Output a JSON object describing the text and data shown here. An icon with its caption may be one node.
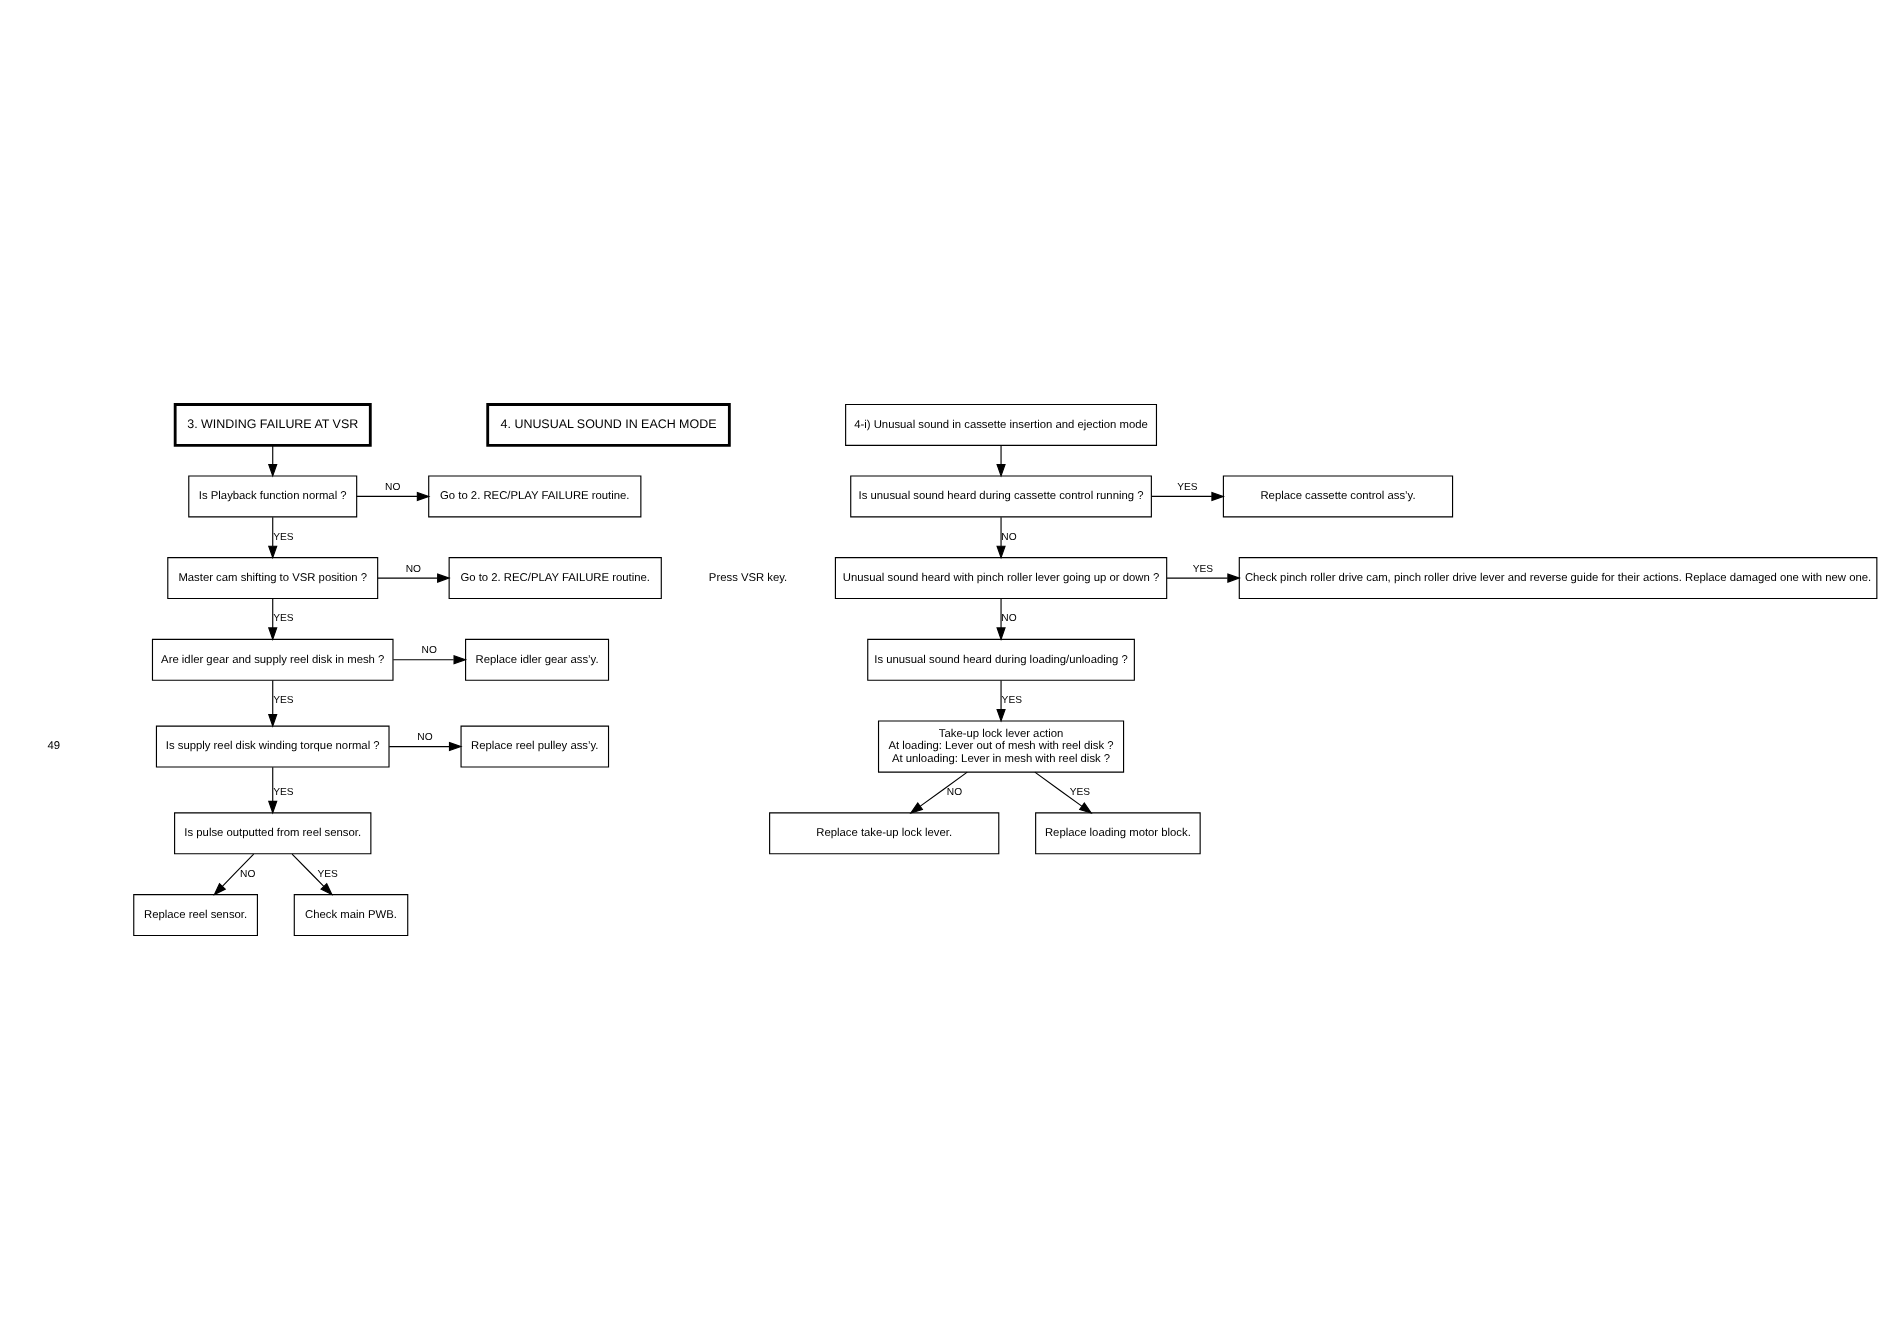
{
  "diagram": {
    "nodes": [
      {
        "text": [
          "3. WINDING FAILURE AT VSR"
        ]
      },
      {
        "text": [
          "Is Playback function normal ?"
        ]
      },
      {
        "text": [
          "Go to 2. REC/PLAY FAILURE routine."
        ]
      },
      {
        "text": [
          "Master cam shifting to VSR position ?"
        ]
      },
      {
        "text": [
          "Go to 2. REC/PLAY FAILURE routine."
        ]
      },
      {
        "text": [
          "Are idler gear and supply reel disk in mesh ?"
        ]
      },
      {
        "text": [
          "Replace idler gear ass’y."
        ]
      },
      {
        "text": [
          "Is supply reel disk winding torque normal ?"
        ]
      },
      {
        "text": [
          "Replace reel pulley ass’y."
        ]
      },
      {
        "text": [
          "Is pulse outputted from reel sensor."
        ]
      },
      {
        "text": [
          "Replace reel sensor."
        ]
      },
      {
        "text": [
          "Check main PWB."
        ]
      },
      {
        "text": [
          "4. UNUSUAL SOUND IN EACH MODE"
        ]
      },
      {
        "text": [
          "4-i) Unusual sound in cassette insertion and ejection mode"
        ]
      },
      {
        "text": [
          "Is unusual sound heard during cassette control running ?"
        ]
      },
      {
        "text": [
          "Replace cassette control ass’y."
        ]
      },
      {
        "text": [
          "Unusual sound heard with pinch roller lever going up or down ?"
        ]
      },
      {
        "text": [
          "Check pinch roller drive cam, pinch roller drive lever and reverse guide for their actions. Replace damaged one with new one."
        ]
      },
      {
        "text": [
          "Is unusual sound heard during loading/unloading ?"
        ]
      },
      {
        "text": [
          "Take-up lock lever action",
          "At loading: Lever out of mesh with reel disk ?",
          "At unloading: Lever in mesh with reel disk ?"
        ]
      },
      {
        "text": [
          "Replace take-up lock lever."
        ]
      },
      {
        "text": [
          "Replace loading motor block."
        ]
      }
    ],
    "edges": [
      {
        "from": 0,
        "to": 1,
        "arrow": "to"
      },
      {
        "from": 1,
        "to": 2,
        "arrow": "to",
        "label": "NO"
      },
      {
        "from": 1,
        "to": 3,
        "arrow": "to",
        "label": "YES"
      },
      {
        "from": 3,
        "to": 4,
        "arrow": "to",
        "label": "NO"
      },
      {
        "from": 3,
        "to": 5,
        "arrow": "to",
        "label": "YES"
      },
      {
        "from": 5,
        "to": 6,
        "arrow": "to",
        "label": "NO"
      },
      {
        "from": 5,
        "to": 7,
        "arrow": "to",
        "label": "YES"
      },
      {
        "from": 7,
        "to": 8,
        "arrow": "to",
        "label": "NO"
      },
      {
        "from": 7,
        "to": 9,
        "arrow": "to",
        "label": "YES"
      },
      {
        "from": 9,
        "to": 10,
        "arrow": "to",
        "label": "NO"
      },
      {
        "from": 9,
        "to": 11,
        "arrow": "to",
        "label": "YES"
      },
      {
        "from": 13,
        "to": 14,
        "arrow": "to"
      },
      {
        "from": 14,
        "to": 15,
        "arrow": "to",
        "label": "YES"
      },
      {
        "from": 14,
        "to": 16,
        "arrow": "to",
        "label": "NO"
      },
      {
        "from": 16,
        "to": 17,
        "arrow": "to",
        "label": "YES"
      },
      {
        "from": 16,
        "to": 18,
        "arrow": "to",
        "label": "NO"
      },
      {
        "from": 18,
        "to": 19,
        "arrow": "to",
        "label": "YES"
      },
      {
        "from": 19,
        "to": 20,
        "arrow": "to",
        "label": "NO"
      },
      {
        "from": 19,
        "to": 21,
        "arrow": "to",
        "label": "YES"
      }
    ],
    "labels": [
      "49",
      "Press VSR key."
    ]
  }
}
